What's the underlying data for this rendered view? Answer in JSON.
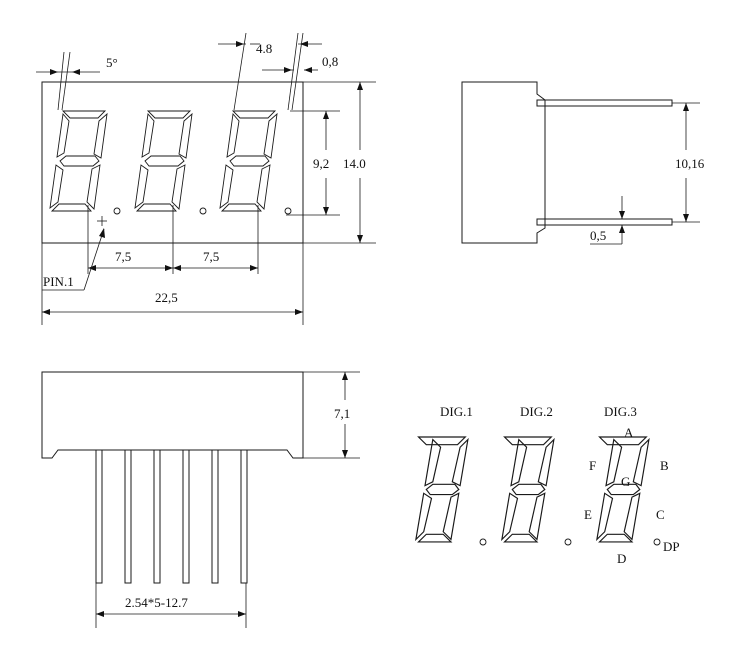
{
  "front_view": {
    "angle": "5°",
    "top_dim": "4.8",
    "seg_width": "0,8",
    "digit_height": "9,2",
    "body_height": "14.0",
    "pitch_a": "7,5",
    "pitch_b": "7,5",
    "pin_label": "PIN.1",
    "overall_width": "22,5"
  },
  "side_view": {
    "pin_spacing": "10,16",
    "pin_thickness": "0,5"
  },
  "bottom_view": {
    "body_height": "7,1",
    "pin_pitch": "2.54*5-12.7"
  },
  "digit_diagram": {
    "digits": [
      "DIG.1",
      "DIG.2",
      "DIG.3"
    ],
    "segments": {
      "a": "A",
      "b": "B",
      "c": "C",
      "d": "D",
      "e": "E",
      "f": "F",
      "g": "G",
      "dp": "DP"
    }
  }
}
